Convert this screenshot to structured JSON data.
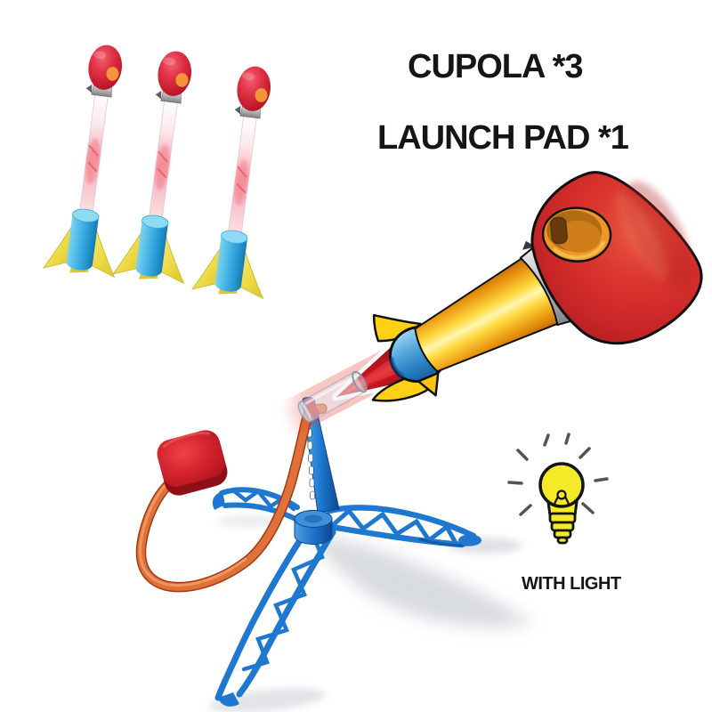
{
  "header": {
    "line1": "CUPOLA *3",
    "line2": "LAUNCH PAD *1"
  },
  "feature": {
    "icon": "light-bulb-icon",
    "label": "WITH LIGHT"
  },
  "product": {
    "components": [
      {
        "name": "foam-rocket",
        "quantity": 3
      },
      {
        "name": "launch-pad",
        "quantity": 1
      },
      {
        "name": "stomp-pad",
        "quantity": 1
      }
    ]
  },
  "colors": {
    "background": "#ffffff",
    "rocket_tip_red": "#d8252e",
    "rocket_tube_pink": "#f6aab6",
    "rocket_base_blue": "#3fb0e4",
    "fin_yellow": "#ecd944",
    "big_rocket_red": "#cc2728",
    "big_rocket_window_orange": "#ef9726",
    "body_glow_yellow": "#ffd83e",
    "flame_red": "#c4161f",
    "launch_pad_blue": "#1e78cf",
    "hose_orange": "#e0713a",
    "stomp_pad_red": "#c11a22",
    "bulb_yellow": "#f4ea28",
    "text_black": "#151515"
  }
}
